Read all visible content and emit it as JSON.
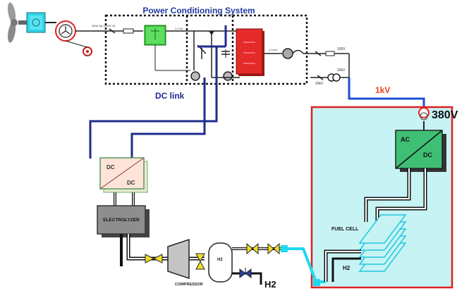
{
  "title": "Power Conditioning System",
  "labels": {
    "dc_link": "DC link",
    "kv": "1kV",
    "v380": "380V",
    "v100": "100V",
    "v20": "20kV",
    "v20b": "20kV",
    "ac": "AC",
    "dc": "DC",
    "dcdc_top": "DC",
    "dcdc_bottom": "DC",
    "electrolyzer": "ELECTROLYZER",
    "compressor": "COMPRESSOR",
    "tank": "H2",
    "h2_out": "H2",
    "fuel_cell": "FUEL CELL",
    "fc_h2": "H2",
    "small_gen": "480A 3φ 1000V 15",
    "small_dc": "1.2 kV",
    "small_inductor": "L1 kHz"
  },
  "colors": {
    "dc_link": "#1f2c8c",
    "feed_line": "#1e4fd6",
    "red_box": "#e02020",
    "fc_bg": "#c8f3f5",
    "red_converter": "#e52a2a",
    "green_box": "#35c43a",
    "title": "#1f3aa0",
    "kv_label": "#e8431a"
  }
}
